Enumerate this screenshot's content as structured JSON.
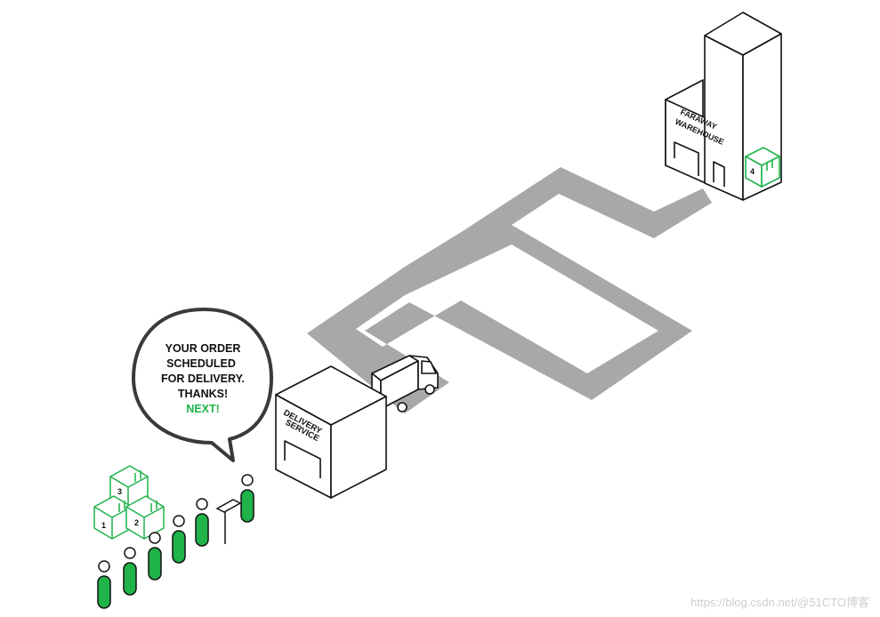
{
  "warehouse": {
    "line1": "FARAWAY",
    "line2": "WAREHOUSE"
  },
  "delivery": {
    "line1": "DELIVERY",
    "line2": "SERVICE"
  },
  "bubble": {
    "line1": "YOUR ORDER",
    "line2": "SCHEDULED",
    "line3": "FOR DELIVERY.",
    "line4": "THANKS!",
    "line5": "NEXT!"
  },
  "boxes": {
    "b1": "1",
    "b2": "2",
    "b3": "3",
    "b4": "4"
  },
  "watermark": "https://blog.csdn.net/@51CTO博客",
  "colors": {
    "accent": "#1fb34a",
    "road": "#a8a8a8",
    "ink": "#111111"
  }
}
